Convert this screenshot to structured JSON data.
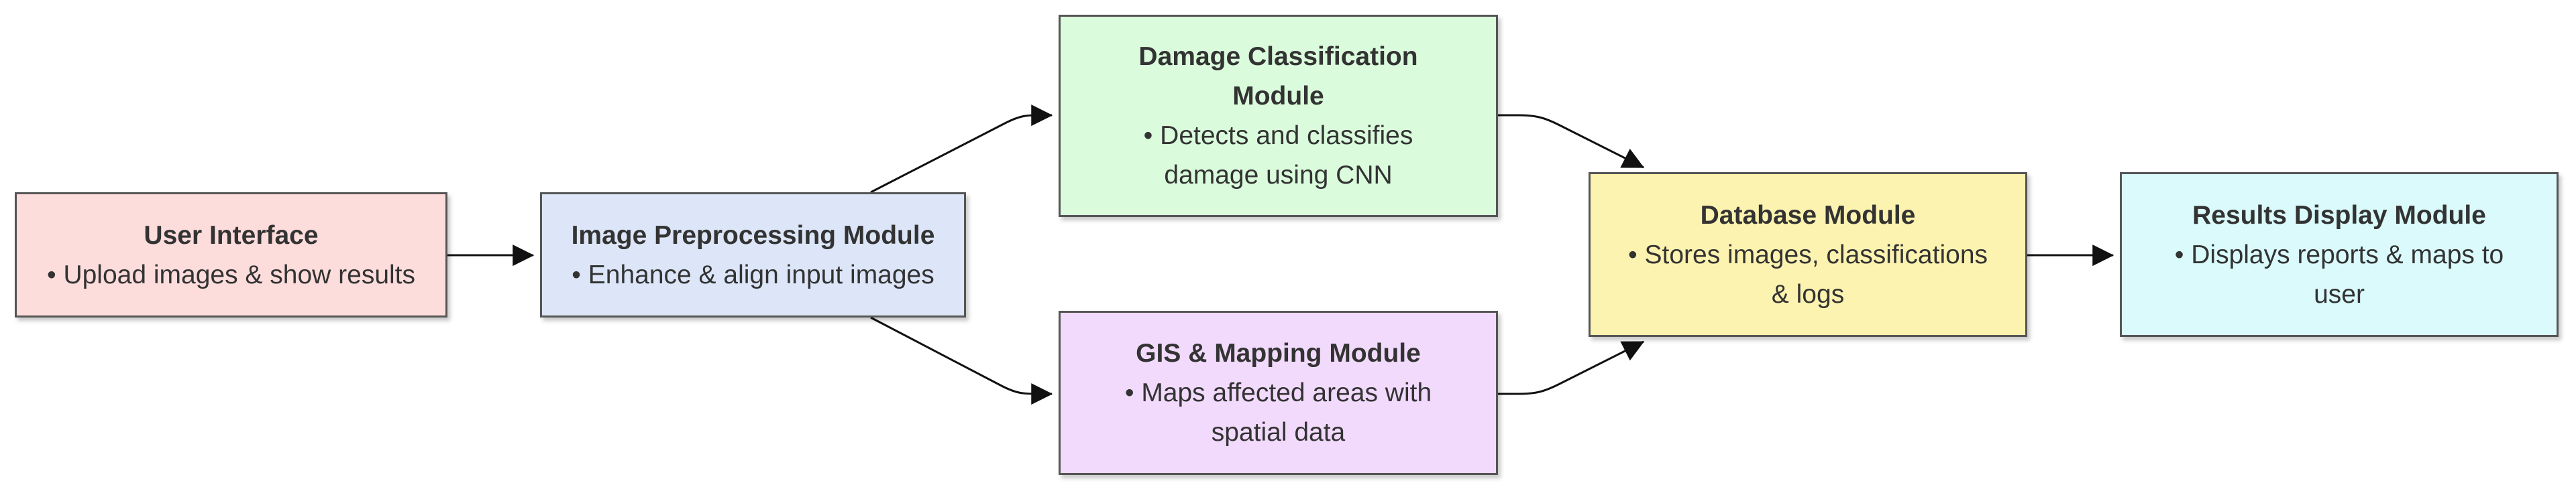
{
  "diagram": {
    "type": "flowchart",
    "direction": "left-to-right",
    "nodes": {
      "ui": {
        "title": "User Interface",
        "desc": "• Upload images & show results",
        "color": "#fddcdc"
      },
      "preprocess": {
        "title": "Image Preprocessing Module",
        "desc": "• Enhance & align input images",
        "color": "#dce6f8"
      },
      "damage": {
        "title": "Damage Classification Module",
        "desc": "• Detects and classifies damage using CNN",
        "color": "#dafcdc"
      },
      "gis": {
        "title": "GIS & Mapping Module",
        "desc": "• Maps affected areas with spatial data",
        "color": "#f2dafc"
      },
      "database": {
        "title": "Database Module",
        "desc": "• Stores images, classifications & logs",
        "color": "#fdf3b0"
      },
      "results": {
        "title": "Results Display Module",
        "desc": "• Displays reports & maps to user",
        "color": "#dafafb"
      }
    },
    "edges": [
      {
        "from": "ui",
        "to": "preprocess"
      },
      {
        "from": "preprocess",
        "to": "damage"
      },
      {
        "from": "preprocess",
        "to": "gis"
      },
      {
        "from": "damage",
        "to": "database"
      },
      {
        "from": "gis",
        "to": "database"
      },
      {
        "from": "database",
        "to": "results"
      }
    ]
  }
}
